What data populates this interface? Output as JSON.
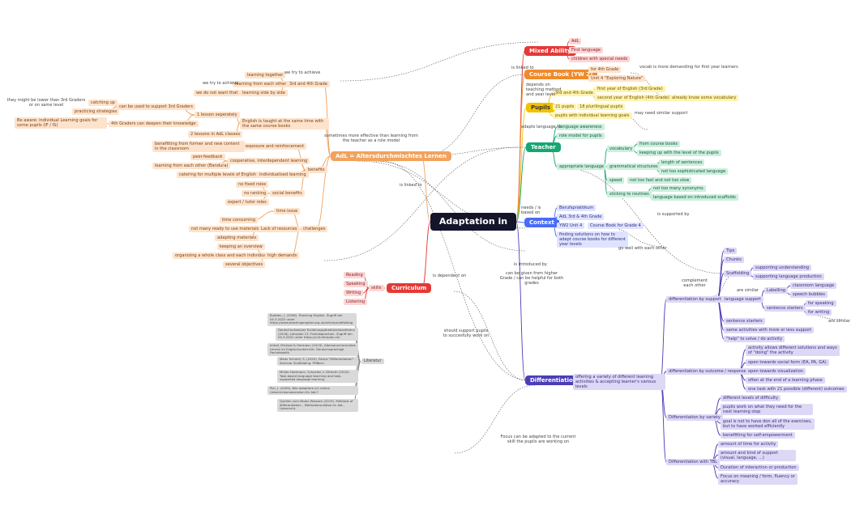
{
  "title": "Adaptation in AdL",
  "hubs": {
    "adl": "AdL = Altersdurchmischtes Lernen",
    "mixed": "Mixed Ability",
    "course_book": "Course Book (YW 2)",
    "pupils": "Pupils",
    "teacher": "Teacher",
    "context": "Context",
    "curriculum": "Curriculum",
    "differentiation": "Differentiation"
  },
  "colors": {
    "adl": "#f0a35e",
    "mixed": "#e53935",
    "course_book": "#f08a2a",
    "pupils": "#f2c200",
    "teacher": "#17a673",
    "context": "#4a6cf7",
    "curriculum": "#e53935",
    "differentiation": "#4b3fb8",
    "center": "#14142b"
  },
  "mixed": {
    "items": [
      "AdL",
      "First language",
      "children with special needs"
    ]
  },
  "course_book": {
    "items": [
      "for 4th Grade",
      "Unit 4 \"Exploring Nature\""
    ],
    "note": "vocab is more demanding for first year learners"
  },
  "pupils": {
    "grade": "3rd and 4th Grade",
    "first_year": "first year of English (3rd Grade)",
    "second_year": "second year of English (4th Grade)",
    "know_vocab": "already know some vocabulary",
    "count": "21 pupils",
    "plurilingual": "18 plurilingual pupils",
    "goals": "pupils with individual learning goals",
    "support_note": "may need similar support"
  },
  "teacher": {
    "awareness": "language awareness",
    "role_model": "role model for pupils",
    "appropriate": "appropriate language",
    "vocabulary": "vocabulary",
    "from_books": "from course books",
    "level_pupils": "keeping up with the level of the pupils",
    "gram": "grammatical structures",
    "length": "length of sentences",
    "not_soph": "not too sophisticated language",
    "speed": "speed",
    "not_fast": "not too fast and not too slow",
    "sticking": "sticking to routines",
    "synonyms": "not too many synonyms",
    "scaffolds": "language based on introduced scaffolds"
  },
  "context": {
    "items": [
      "Berufspraktikum",
      "AdL 3rd & 4th Grade",
      "YW2 Unit 4",
      "finding solutions on how to adapt course books for different year levels"
    ],
    "cb4": "Course Book for Grade 4"
  },
  "curriculum": {
    "skills": "skills",
    "items": [
      "Reading",
      "Speaking",
      "Writing",
      "Listening"
    ]
  },
  "literature": {
    "label": "Literatur",
    "items": [
      "Budden, J. (2008). Teaching English. Zugriff am 04.3.2022 unter https://www.teachingenglish.org.uk/article/scaffolding",
      "Deutschschweizer Erziehungsdirektorenkonferenz (2016). Lehrplan 21: Fremdsprachen. Zugriff am 04.3.2022 unter https://v-fe.lehrplan.ch/",
      "Imhof, Michael & Hermann (2019). Altersdurchmischtes Lernen im Englischunterricht. Deutschsprachige Fachdidaktik.",
      "Maier Schmid, S. (2020). Skript \"Differentiation\" - Seminar Scaffolding. PHBern.",
      "Müller-Hartmann, Schocker v. Ditfurth (2020). Task-based language teaching and task-supported language learning.",
      "Pixi, J. (2009). Wie adaptiere ich meine Unterrichtsmaterialien für AdL?",
      "Quellen zum Modul Wisssen (2019). Methods of differentiation - Methodenschätze im AdL-Unterricht."
    ]
  },
  "adl": {
    "grade": "3rd and 4th Grade",
    "together": "learning together",
    "each_other": "learning from each other",
    "side_by_side": "learning side by side",
    "we_try": "we try to achieve",
    "we_try2": "we try to achieve",
    "dont_want": "we do not want that",
    "catching_up": "catching up",
    "lower_note": "they might be lower than 3rd Graders or on same level",
    "practicing": "practicing strategies",
    "support3": "can be used to support 3rd Graders",
    "deepen": "4th Graders can deepen their knowledge",
    "goals_aware": "Be aware: individual Learning goals for some pupils (IF / IS)",
    "lesson": "1 lesson seperately",
    "two_lessons": "2 lessons in AdL classes",
    "taught": "English is taught at the same time with the same course books",
    "more_effective": "sometimes more effective than learning from the teacher as a role model",
    "benefits": "benefits",
    "benefitting": "benefitting from former and new content in the classroom",
    "exposure": "exposure and reinforcement",
    "peer": "peer-feedback",
    "bandura": "learning from each other (Bandura)",
    "coop": "cooperative, interdependent learning",
    "catering": "catering for multiple levels of English",
    "individual": "individualised learning",
    "no_fixed": "no fixed roles",
    "no_ranking": "no ranking",
    "expert": "expert / tutor roles",
    "social": "social benefits",
    "challenges": "challenges",
    "time": "time issue",
    "time_consuming": "time consuming",
    "not_ready": "not many ready to use materials",
    "lack": "Lack of resources",
    "adapting": "adapting materials",
    "overview": "keeping an overview",
    "organizing": "organizing a whole class and each individual",
    "high": "high demands",
    "objectives": "several objectives"
  },
  "differentiation": {
    "offering": "offering a variety of different learning activities & accepting learner's various levels",
    "by_support": "differentiation by support",
    "tips": "Tips",
    "chunks": "Chunks",
    "scaffolding": "Scaffolding",
    "supp_understanding": "supporting understanding",
    "supp_production": "supporting language production",
    "complement": "complement each other",
    "are_similar": "are similar",
    "are_similar2": "are similar",
    "lang_support": "language support",
    "labelling": "Labelling",
    "classroom_lang": "classroom language",
    "speech": "speech bubbles",
    "sentence_starters": "sentence starters",
    "for_speaking": "for speaking",
    "for_writing": "for writing",
    "sentence_starters2": "sentence starters",
    "same_activities": "same activities with more or less support",
    "help": "\"help\" to solve / do activity",
    "by_outcome": "differentiation by outcome / response",
    "allows": "activity allows different solutions and ways of \"doing\" the activity",
    "social_form": "open towards social form (EA, PA, GA)",
    "visualization": "open towards visualization",
    "end_phase": "often at the end of a learning phase",
    "one_task": "one task with 21 possible (different) outcomes",
    "by_variety": "Differentiation by variety",
    "diff_levels": "different levels of difficulty",
    "pupils_work": "pupils work on what they need for the next learning step",
    "goal": "goal is not to have don all of the exercises, but to have worked efficiently",
    "self_emp": "benefitting for self-empowerment",
    "with_tbl": "Differentiation with TBL",
    "amount_time": "amount of time for activity",
    "amount_support": "amount and kind of support (visual, language, ...)",
    "duration": "Duration of interaction or production",
    "focus": "Focus on meaning / form, fluency or accuracy"
  },
  "edge_labels": {
    "linked_to": "is linked to",
    "linked_to2": "is linked to",
    "depends": "depends on teaching method and year level",
    "adapts": "adapts language to",
    "needs": "needs / is based on",
    "supported": "is supported by",
    "introduced": "is introduced by",
    "dependent": "is dependent on",
    "given": "can be given from higher Grade / can be helpful for both grades",
    "should": "should support pupils to succesfully work on",
    "focus_adapted": "Focus can be adapted to the current skill the pupils are working on",
    "go_well": "go well with each other"
  }
}
